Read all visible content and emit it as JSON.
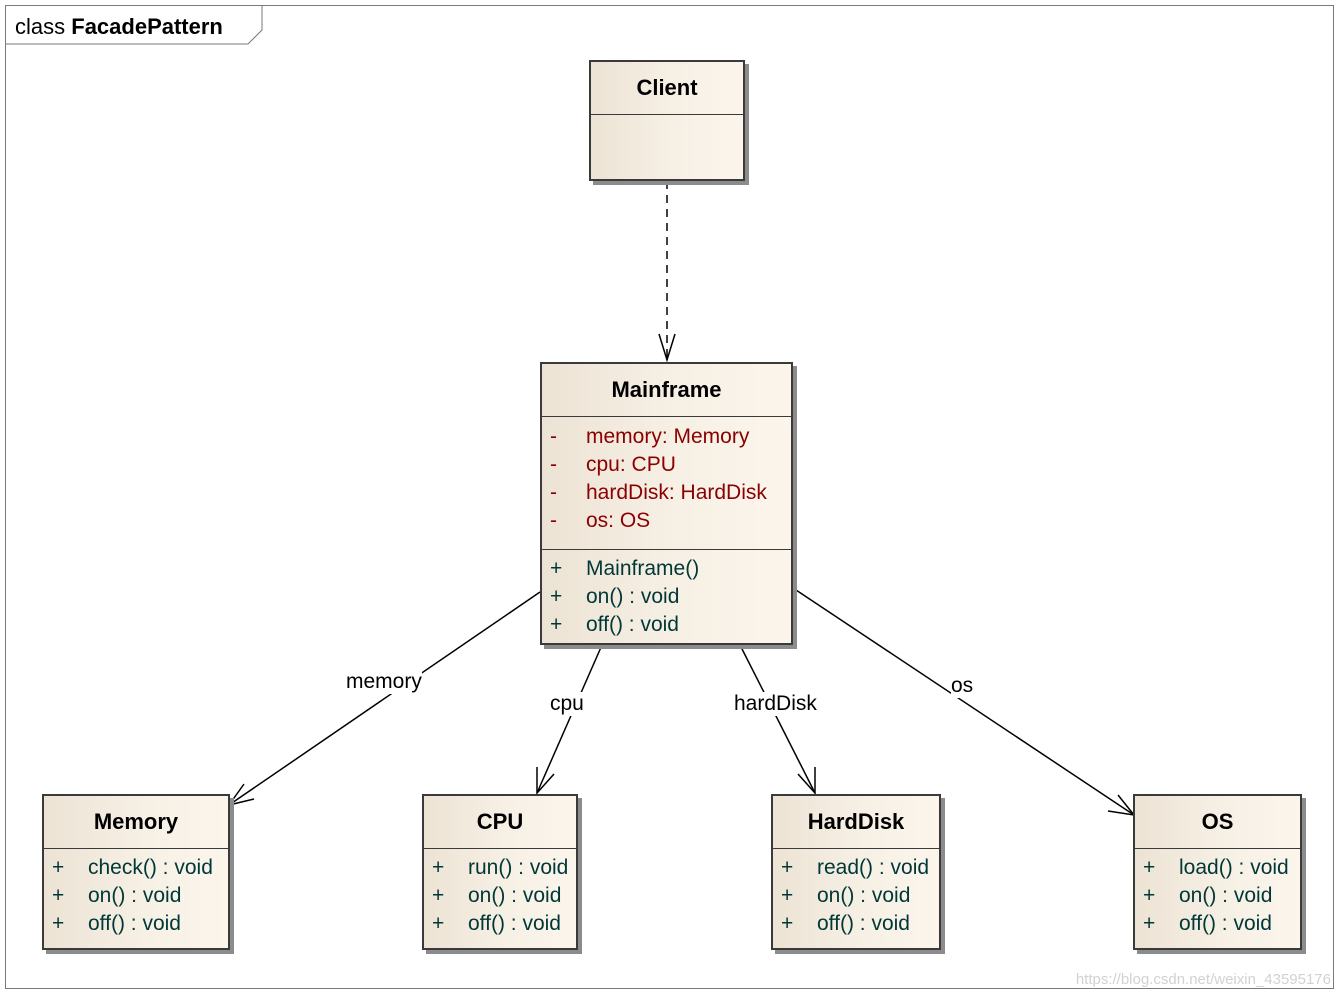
{
  "frame": {
    "kind": "class",
    "name": "FacadePattern"
  },
  "classes": {
    "client": {
      "name": "Client",
      "attributes": [],
      "operations": []
    },
    "mainframe": {
      "name": "Mainframe",
      "attributes": [
        {
          "vis": "-",
          "text": "memory:  Memory"
        },
        {
          "vis": "-",
          "text": "cpu:  CPU"
        },
        {
          "vis": "-",
          "text": "hardDisk:  HardDisk"
        },
        {
          "vis": "-",
          "text": "os:  OS"
        }
      ],
      "operations": [
        {
          "vis": "+",
          "text": "Mainframe()"
        },
        {
          "vis": "+",
          "text": "on() : void"
        },
        {
          "vis": "+",
          "text": "off() : void"
        }
      ]
    },
    "memory": {
      "name": "Memory",
      "operations": [
        {
          "vis": "+",
          "text": "check() : void"
        },
        {
          "vis": "+",
          "text": "on() : void"
        },
        {
          "vis": "+",
          "text": "off() : void"
        }
      ]
    },
    "cpu": {
      "name": "CPU",
      "operations": [
        {
          "vis": "+",
          "text": "run() : void"
        },
        {
          "vis": "+",
          "text": "on() : void"
        },
        {
          "vis": "+",
          "text": "off() : void"
        }
      ]
    },
    "harddisk": {
      "name": "HardDisk",
      "operations": [
        {
          "vis": "+",
          "text": "read() : void"
        },
        {
          "vis": "+",
          "text": "on() : void"
        },
        {
          "vis": "+",
          "text": "off() : void"
        }
      ]
    },
    "os": {
      "name": "OS",
      "operations": [
        {
          "vis": "+",
          "text": "load() : void"
        },
        {
          "vis": "+",
          "text": "on() : void"
        },
        {
          "vis": "+",
          "text": "off() : void"
        }
      ]
    }
  },
  "relations": [
    {
      "from": "Client",
      "to": "Mainframe",
      "kind": "dependency",
      "label": ""
    },
    {
      "from": "Mainframe",
      "to": "Memory",
      "kind": "association",
      "label": "memory"
    },
    {
      "from": "Mainframe",
      "to": "CPU",
      "kind": "association",
      "label": "cpu"
    },
    {
      "from": "Mainframe",
      "to": "HardDisk",
      "kind": "association",
      "label": "hardDisk"
    },
    {
      "from": "Mainframe",
      "to": "OS",
      "kind": "association",
      "label": "os"
    }
  ],
  "watermark": "https://blog.csdn.net/weixin_43595176"
}
